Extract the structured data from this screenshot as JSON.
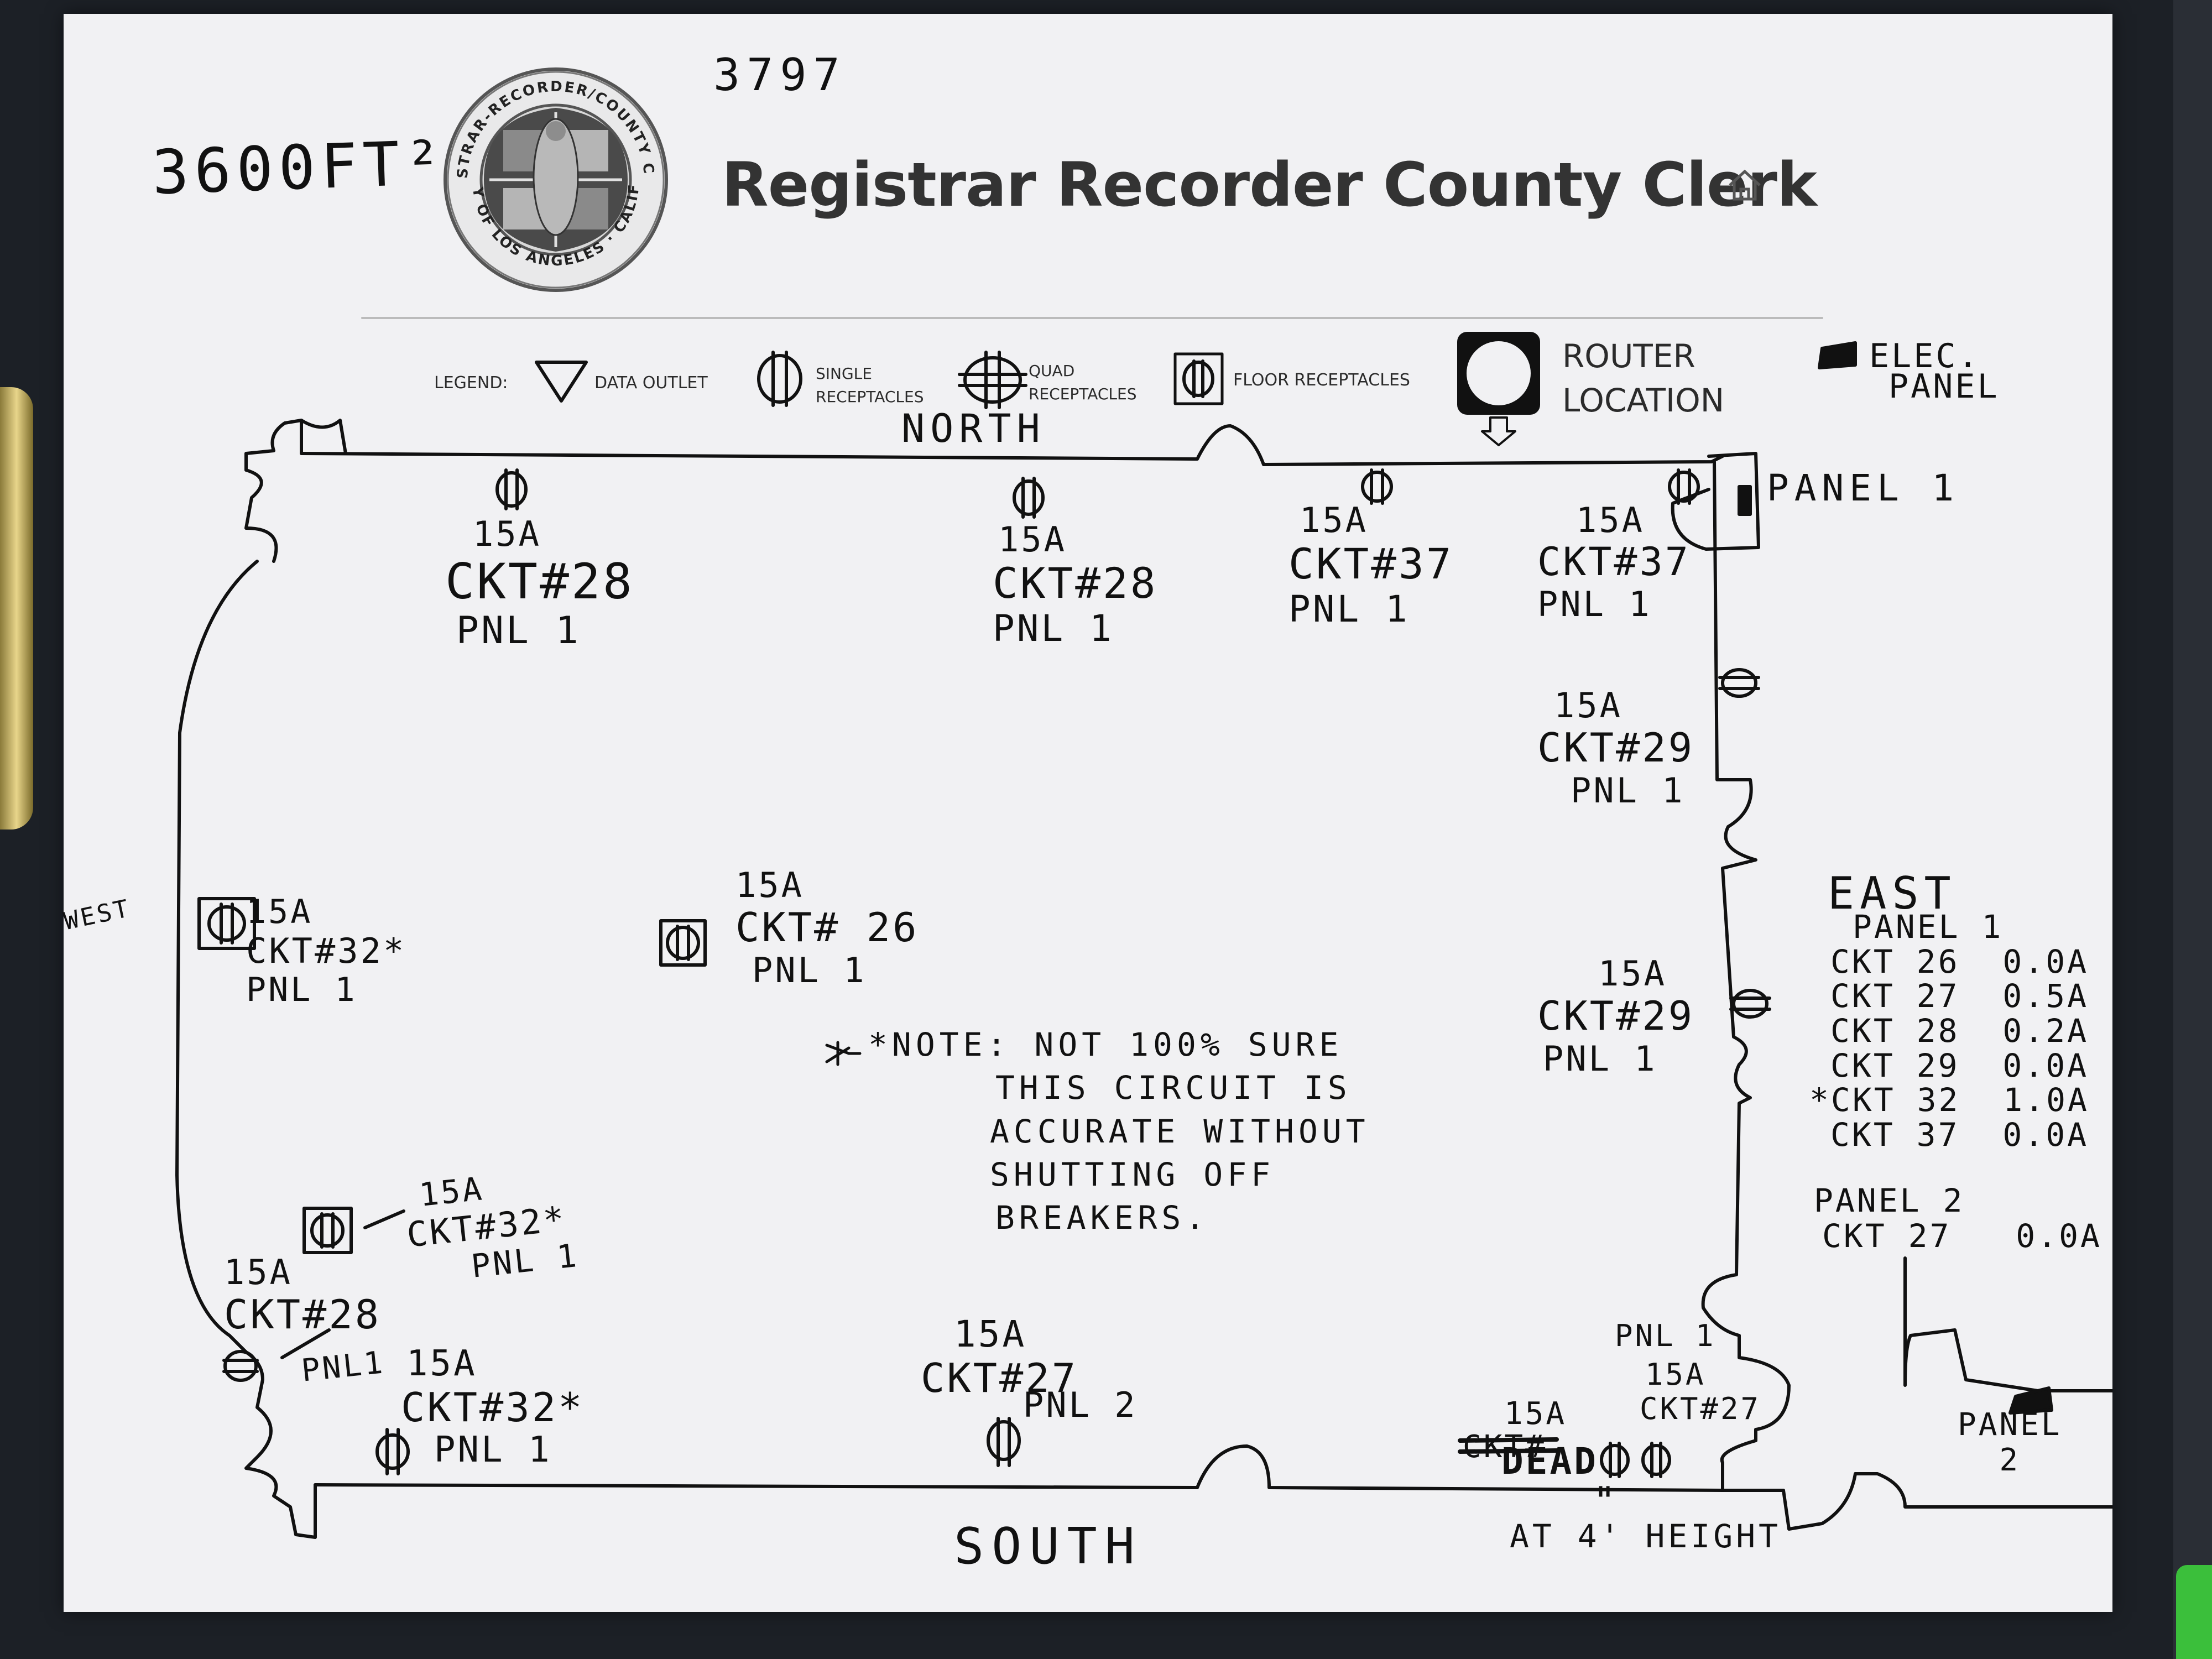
{
  "header": {
    "title": "Registrar Recorder County Clerk",
    "area_note": "3600FT²",
    "number_note": "3797",
    "seal_text_top": "REGISTRAR-RECORDER/COUNTY CLERK",
    "seal_text_bottom": "COUNTY OF LOS ANGELES · CALIFORNIA",
    "home_icon": "home-icon"
  },
  "legend": {
    "label": "LEGEND:",
    "items": [
      {
        "icon": "data-outlet-icon",
        "label": "DATA OUTLET"
      },
      {
        "icon": "single-receptacle-icon",
        "label": "SINGLE RECEPTACLES"
      },
      {
        "icon": "quad-receptacle-icon",
        "label": "QUAD RECEPTACLES"
      },
      {
        "icon": "floor-receptacle-icon",
        "label": "FLOOR RECEPTACLES"
      },
      {
        "icon": "router-icon",
        "label_line1": "ROUTER",
        "label_line2": "LOCATION"
      },
      {
        "icon": "elec-panel-icon",
        "label_line1": "ELEC.",
        "label_line2": "PANEL"
      }
    ]
  },
  "directions": {
    "north": "NORTH",
    "south": "SOUTH",
    "east": "EAST",
    "west": "WEST"
  },
  "receptacles": [
    {
      "amps": "15A",
      "circuit": "CKT#28",
      "panel": "PNL 1"
    },
    {
      "amps": "15A",
      "circuit": "CKT#28",
      "panel": "PNL 1"
    },
    {
      "amps": "15A",
      "circuit": "CKT#37",
      "panel": "PNL 1"
    },
    {
      "amps": "15A",
      "circuit": "CKT#37",
      "panel": "PNL 1"
    },
    {
      "amps": "15A",
      "circuit": "CKT#29",
      "panel": "PNL 1"
    },
    {
      "amps": "15A",
      "circuit": "CKT#29",
      "panel": "PNL 1"
    },
    {
      "amps": "15A",
      "circuit": "CKT#32*",
      "panel": "PNL 1"
    },
    {
      "amps": "15A",
      "circuit": "CKT# 26",
      "panel": "PNL 1"
    },
    {
      "amps": "15A",
      "circuit": "CKT#32*",
      "panel": "PNL 1"
    },
    {
      "amps": "15A",
      "circuit": "CKT#28",
      "panel": "PNL1"
    },
    {
      "amps": "15A",
      "circuit": "CKT#32*",
      "panel": "PNL 1"
    },
    {
      "amps": "15A",
      "circuit": "CKT#27",
      "panel": "PNL 2"
    },
    {
      "amps": "15A",
      "circuit": "CKT#27",
      "panel": "PNL 1"
    },
    {
      "amps": "15A",
      "circuit": "CKT#",
      "panel": "DEAD"
    }
  ],
  "note": {
    "line1": "*NOTE: NOT 100% SURE",
    "line2": "THIS CIRCUIT IS",
    "line3": "ACCURATE WITHOUT",
    "line4": "SHUTTING OFF",
    "line5": "BREAKERS."
  },
  "panels": {
    "panel1_label": "PANEL 1",
    "panel2_label_line1": "PANEL",
    "panel2_label_line2": "2"
  },
  "readings": {
    "panel1_title": "PANEL 1",
    "panel1_rows": [
      {
        "star": "",
        "ckt": "CKT 26",
        "amps": "0.0A"
      },
      {
        "star": "",
        "ckt": "CKT 27",
        "amps": "0.5A"
      },
      {
        "star": "",
        "ckt": "CKT 28",
        "amps": "0.2A"
      },
      {
        "star": "",
        "ckt": "CKT 29",
        "amps": "0.0A"
      },
      {
        "star": "*",
        "ckt": "CKT 32",
        "amps": "1.0A"
      },
      {
        "star": "",
        "ckt": "CKT 37",
        "amps": "0.0A"
      }
    ],
    "panel2_title": "PANEL 2",
    "panel2_rows": [
      {
        "ckt": "CKT 27",
        "amps": "0.0A"
      }
    ]
  },
  "height_note": "AT 4' HEIGHT",
  "height_mark": "\"",
  "colors": {
    "paper": "#f1f1f3",
    "ink": "#111111",
    "print": "#2b2b2b"
  }
}
